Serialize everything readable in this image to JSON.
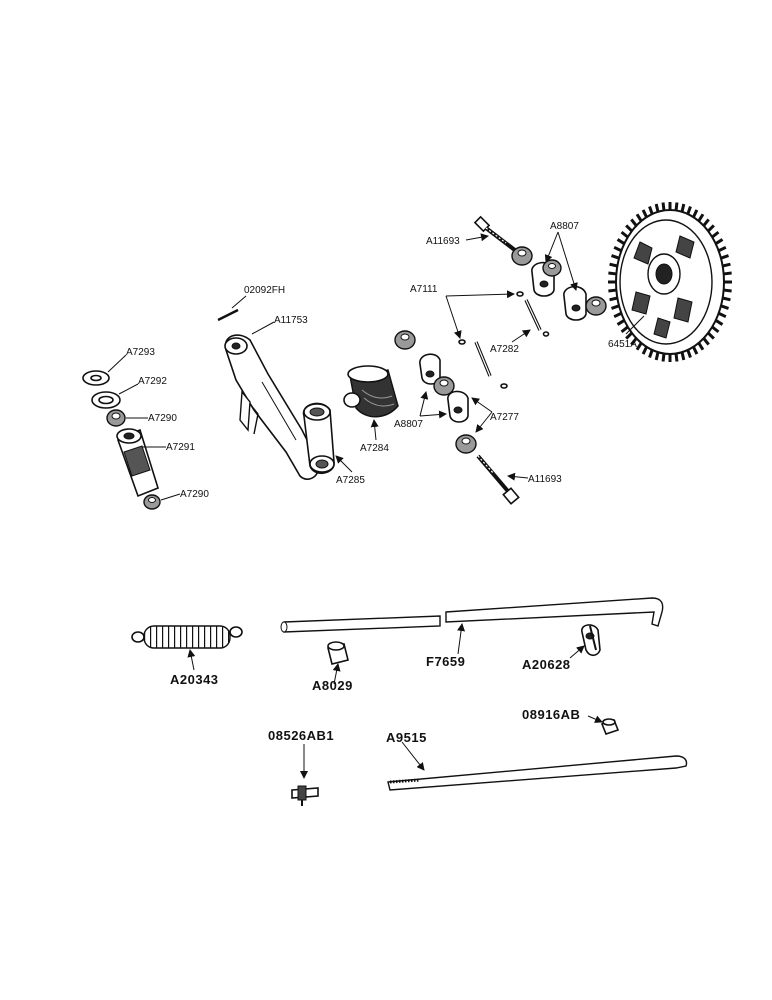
{
  "labels": {
    "a7293": "A7293",
    "a7292": "A7292",
    "a7290_top": "A7290",
    "a7291": "A7291",
    "a7290_bottom": "A7290",
    "p02092fh": "02092FH",
    "a11753": "A11753",
    "a7285": "A7285",
    "a7284": "A7284",
    "a7111": "A7111",
    "a11693_top": "A11693",
    "a8807_top": "A8807",
    "a7282": "A7282",
    "a8807_left": "A8807",
    "a7277": "A7277",
    "a11693_bottom": "A11693",
    "p6451a": "6451A",
    "a20343": "A20343",
    "a8029": "A8029",
    "f7659": "F7659",
    "a20628": "A20628",
    "p08526ab1": "08526AB1",
    "a9515": "A9515",
    "p08916ab": "08916AB"
  }
}
